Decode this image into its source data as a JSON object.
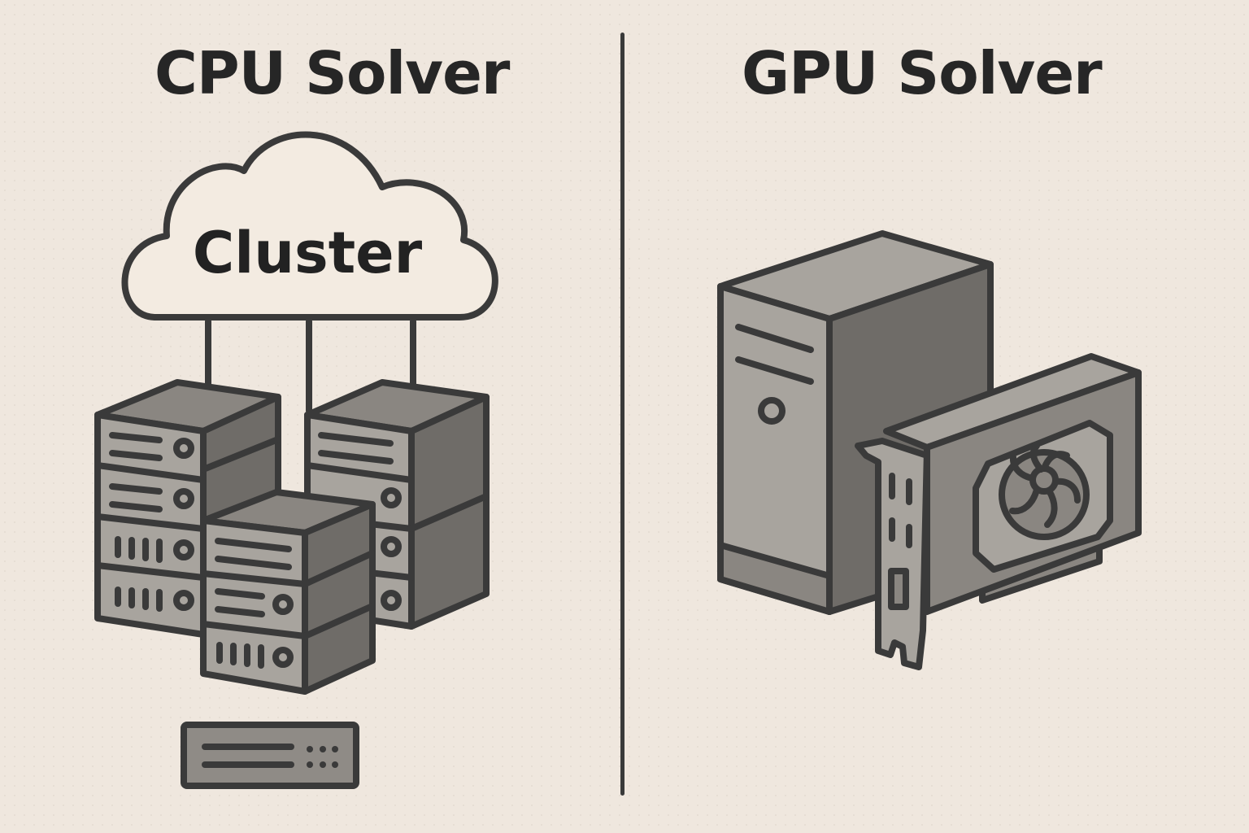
{
  "left_panel": {
    "title": "CPU Solver",
    "cloud_label": "Cluster",
    "servers": [
      {
        "name": "server-tower-left",
        "units": [
          "slots-2-lines",
          "slots-2-lines",
          "vents-4",
          "vents-4"
        ]
      },
      {
        "name": "server-tower-right",
        "units": [
          "slots-2-lines",
          "slots-2-lines",
          "vents",
          "vents"
        ]
      },
      {
        "name": "server-tower-front",
        "units": [
          "slots-2-lines",
          "slots-2-lines",
          "vents-4"
        ]
      }
    ],
    "connections": 3,
    "rack_unit_icon": "network-switch-icon"
  },
  "right_panel": {
    "title": "GPU Solver",
    "items": [
      "desktop-tower-icon",
      "graphics-card-icon"
    ]
  },
  "colors": {
    "background": "#efe7de",
    "stroke": "#3a3a3a",
    "metal_light": "#a8a49e",
    "metal_mid": "#8a8681",
    "metal_dark": "#6f6c68",
    "cloud_fill": "#f3ebe1",
    "text": "#222222"
  }
}
